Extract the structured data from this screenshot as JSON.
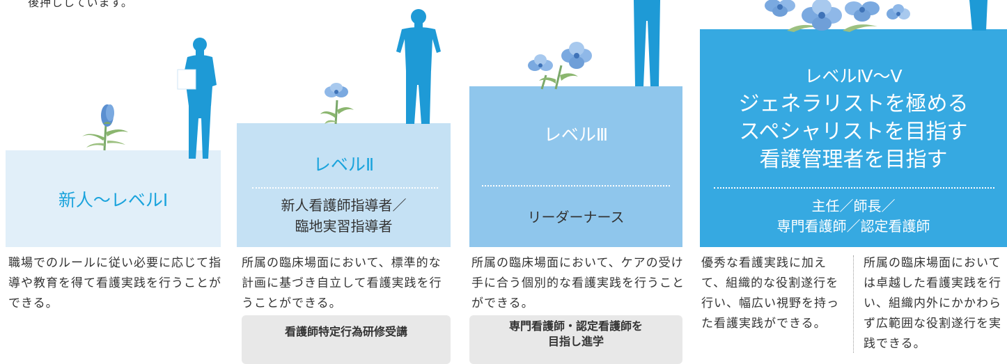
{
  "intro_text": "後押ししています。",
  "colors": {
    "level1_bg": "#e1eff9",
    "level2_bg": "#c5e1f4",
    "level3_bg": "#8fc6ec",
    "level4_bg": "#36a9e1",
    "title_blue": "#1aa3dc",
    "silhouette": "#1e9ad6"
  },
  "levels": [
    {
      "title": "新人〜レベルⅠ",
      "description": "職場でのルールに従い必要に応じて指導や教育を得て看護実践を行うことができる。"
    },
    {
      "title": "レベルⅡ",
      "role": [
        "新人看護師指導者／",
        "臨地実習指導者"
      ],
      "description": "所属の臨床場面において、標準的な計画に基づき自立して看護実践を行うことができる。",
      "tag": "看護師特定行為研修受講"
    },
    {
      "title": "レベルⅢ",
      "role": "リーダーナース",
      "description": "所属の臨床場面において、ケアの受け手に合う個別的な看護実践を行うことができる。",
      "tag": [
        "専門看護師・認定看護師を",
        "目指し進学"
      ]
    },
    {
      "title": "レベルⅣ〜Ⅴ",
      "headline": [
        "ジェネラリストを極める",
        "スペシャリストを目指す",
        "看護管理者を目指す"
      ],
      "role": [
        "主任／師長／",
        "専門看護師／認定看護師"
      ],
      "description_left": "優秀な看護実践に加えて、組織的な役割遂行を行い、幅広い視野を持った看護実践ができる。",
      "description_right": "所属の臨床場面においては卓越した看護実践を行い、組織内外にかかわらず広範囲な役割遂行を実践できる。"
    }
  ],
  "icons": [
    "flower-bud-icon",
    "flower-small-icon",
    "flower-medium-icon",
    "flower-bouquet-icon",
    "nurse-silhouette-icon",
    "person-silhouette-icon"
  ]
}
